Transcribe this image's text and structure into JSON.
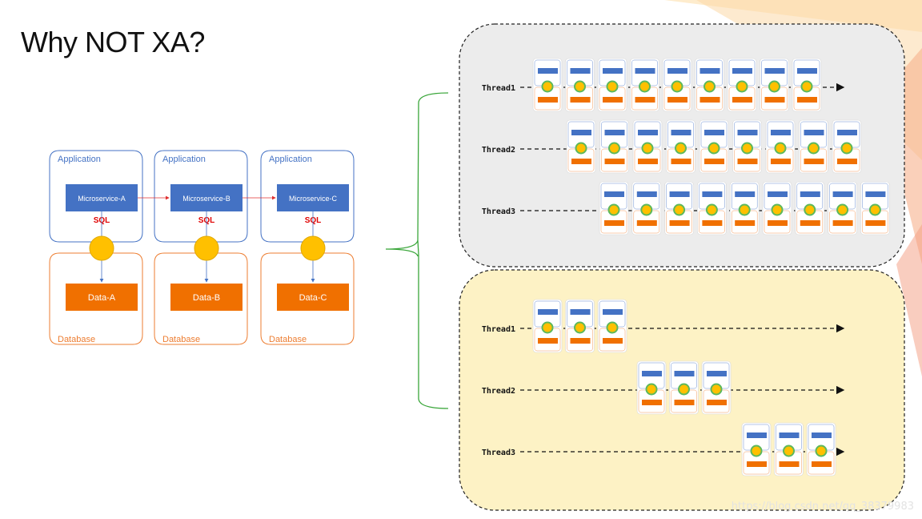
{
  "title": "Why NOT XA?",
  "architecture": {
    "app_label": "Application",
    "db_label": "Database",
    "sql_label": "SQL",
    "services": [
      "Microservice-A",
      "Microservice-B",
      "Microservice-C"
    ],
    "data": [
      "Data-A",
      "Data-B",
      "Data-C"
    ]
  },
  "thread_labels": [
    "Thread1",
    "Thread2",
    "Thread3"
  ],
  "panels": {
    "top": {
      "thumbnails_per_thread": [
        9,
        9,
        9
      ]
    },
    "bottom": {
      "thumbnails_per_thread": [
        3,
        3,
        3
      ]
    }
  },
  "watermark": "https://blog.csdn.net/qq_38379983",
  "colors": {
    "app_border": "#4472c4",
    "db_border": "#ed7d31",
    "service_fill": "#4472c4",
    "data_fill": "#f07000",
    "connector": "#ffc000",
    "sql_text": "#e00000",
    "call_arrow": "#e03030",
    "brace": "#3aa63a",
    "top_panel": "#ececec",
    "bottom_panel": "#fdf2c5"
  }
}
